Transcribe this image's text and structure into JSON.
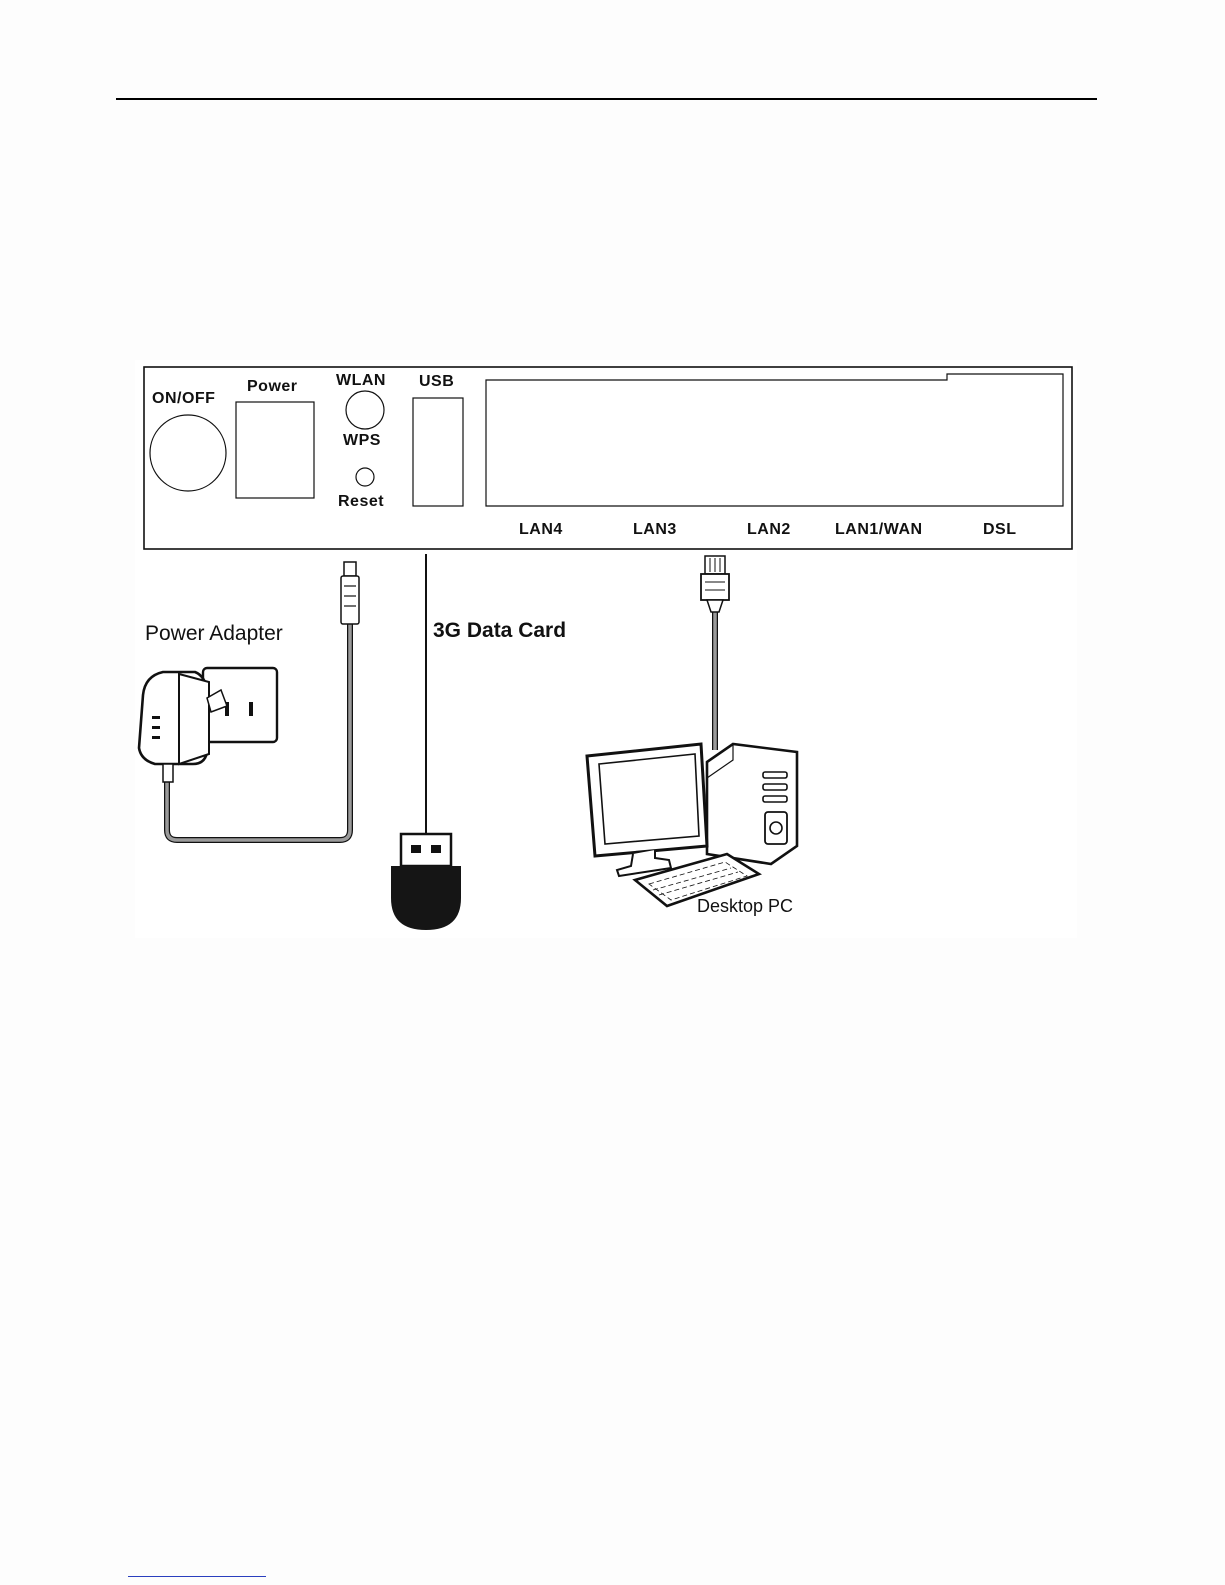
{
  "panel": {
    "on_off": "ON/OFF",
    "power": "Power",
    "wlan": "WLAN",
    "wps": "WPS",
    "reset": "Reset",
    "usb": "USB",
    "lan4": "LAN4",
    "lan3": "LAN3",
    "lan2": "LAN2",
    "lan1_wan": "LAN1/WAN",
    "dsl": "DSL"
  },
  "callouts": {
    "power_adapter": "Power Adapter",
    "data_card": "3G Data Card",
    "desktop_pc": "Desktop PC"
  },
  "colors": {
    "line": "#111111",
    "cable_gray": "#9a9a9a"
  },
  "icons": [
    "power-adapter-icon",
    "usb-dongle-icon",
    "desktop-pc-icon",
    "rj45-plug-icon",
    "dc-plug-icon"
  ]
}
